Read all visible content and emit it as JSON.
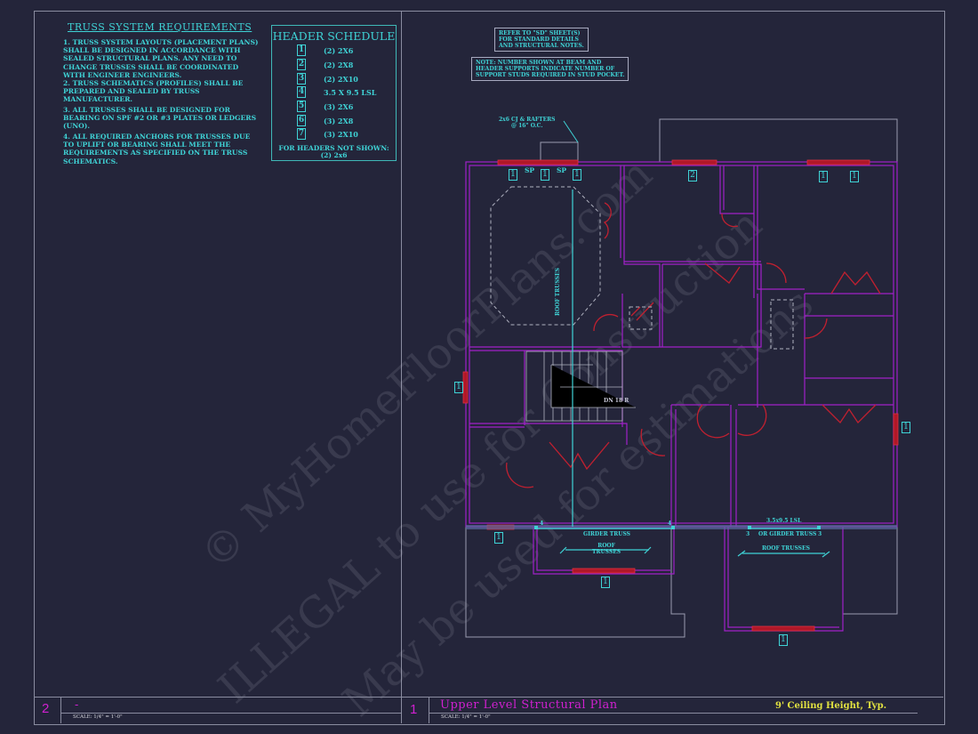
{
  "truss_requirements": {
    "title": "TRUSS SYSTEM REQUIREMENTS",
    "notes": [
      "1. TRUSS SYSTEM LAYOUTS (PLACEMENT PLANS) SHALL BE DESIGNED IN ACCORDANCE WITH SEALED STRUCTURAL PLANS. ANY NEED TO CHANGE TRUSSES SHALL BE COORDINATED WITH ENGINEER ENGINEERS.",
      "2. TRUSS SCHEMATICS (PROFILES) SHALL BE PREPARED AND SEALED BY TRUSS MANUFACTURER.",
      "3. ALL TRUSSES SHALL BE DESIGNED FOR BEARING ON SPF #2 OR #3 PLATES OR LEDGERS (UNO).",
      "4. ALL REQUIRED ANCHORS FOR TRUSSES DUE TO UPLIFT OR BEARING SHALL MEET THE REQUIREMENTS AS SPECIFIED ON THE TRUSS SCHEMATICS."
    ]
  },
  "header_schedule": {
    "title": "HEADER SCHEDULE",
    "rows": [
      {
        "tag": "1",
        "size": "(2) 2X6"
      },
      {
        "tag": "2",
        "size": "(2) 2X8"
      },
      {
        "tag": "3",
        "size": "(2) 2X10"
      },
      {
        "tag": "4",
        "size": "3.5 X 9.5 LSL"
      },
      {
        "tag": "5",
        "size": "(3) 2X6"
      },
      {
        "tag": "6",
        "size": "(3) 2X8"
      },
      {
        "tag": "7",
        "size": "(3) 2X10"
      }
    ],
    "footer": "FOR HEADERS NOT SHOWN:\n(2) 2x6"
  },
  "plan_notes": {
    "refer": "REFER TO \"SD\" SHEET(S)\nFOR STANDARD DETAILS\nAND STRUCTURAL NOTES.",
    "note": "NOTE: NUMBER SHOWN AT BEAM AND\nHEADER SUPPORTS INDICATE NUMBER OF\nSUPPORT STUDS REQUIRED IN STUD POCKET.",
    "rafters": "2x6 CJ & RAFTERS\n@ 16\" O.C."
  },
  "plan_labels": {
    "sp": "SP",
    "roof_trusses_vertical": "ROOF TRUSSES",
    "stairs": "DN 18 R",
    "girder_truss": "GIRDER TRUSS",
    "roof_trusses_left": "ROOF\nTRUSSES",
    "lsl": "3.5x9.5 LSL",
    "or_girder": "OR GIRDER TRUSS",
    "roof_trusses_right": "ROOF TRUSSES",
    "post_4": "4",
    "post_3": "3",
    "tags": [
      "1",
      "1",
      "1",
      "2",
      "1",
      "1",
      "1",
      "1",
      "1",
      "1",
      "1"
    ]
  },
  "colors": {
    "background": "#24253a",
    "walls": "#a020c8",
    "headers": "#d0202a",
    "annotation": "#3fd3d6",
    "title": "#d020d0",
    "subtitle": "#e0e040"
  },
  "watermark": [
    "© MyHomeFloorPlans.com",
    "ILLEGAL to use for Construction",
    "May be used for estimations"
  ],
  "title_block": {
    "left": {
      "number": "2",
      "title": "-",
      "scale": "SCALE: 1/4\" = 1'-0\""
    },
    "right": {
      "number": "1",
      "title": "Upper Level Structural Plan",
      "subtitle": "9' Ceiling Height, Typ.",
      "scale": "SCALE: 1/4\" = 1'-0\""
    }
  }
}
